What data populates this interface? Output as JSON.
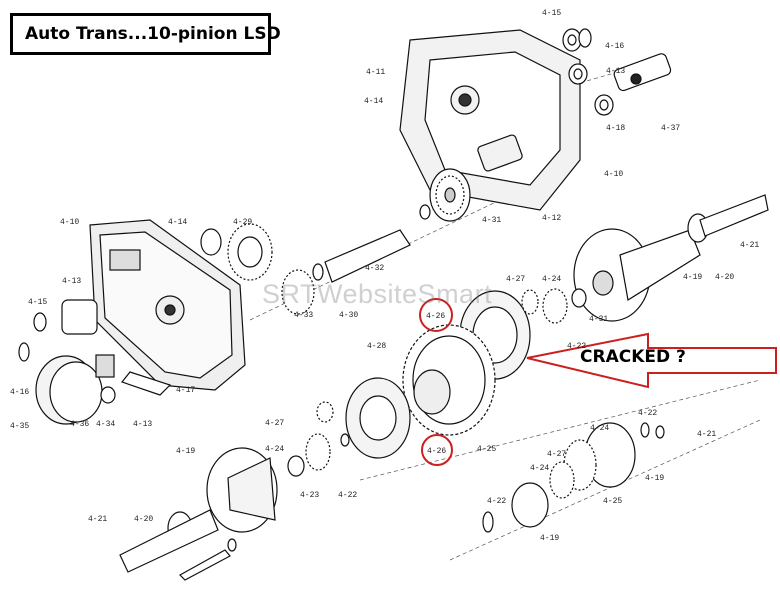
{
  "title": "Auto Trans...10-pinion LSD",
  "annotation": {
    "text": "CRACKED ?",
    "color": "#cc1f1f"
  },
  "watermark": "SRTWebsiteSmart",
  "circled_labels": [
    "4-26",
    "4-26"
  ],
  "part_labels": [
    "4-15",
    "4-16",
    "4-13",
    "4-11",
    "4-14",
    "4-18",
    "4-37",
    "4-10",
    "4-12",
    "4-31",
    "4-10",
    "4-14",
    "4-29",
    "4-32",
    "4-21",
    "4-20",
    "4-19",
    "4-13",
    "4-15",
    "4-16",
    "4-33",
    "4-30",
    "4-27",
    "4-24",
    "4-22",
    "4-28",
    "4-25",
    "4-27",
    "4-24",
    "4-23",
    "4-22",
    "4-36",
    "4-34",
    "4-35",
    "4-17",
    "4-13",
    "4-19",
    "4-20",
    "4-21",
    "4-22",
    "4-21",
    "4-24",
    "4-27",
    "4-19",
    "4-22",
    "4-25",
    "4-24",
    "4-19",
    "4-31"
  ]
}
